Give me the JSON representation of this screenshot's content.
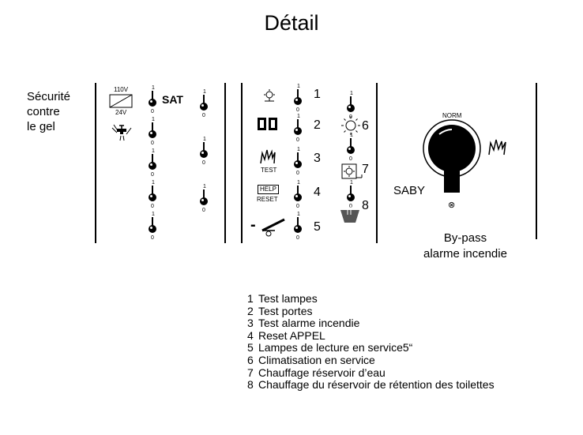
{
  "title": "Détail",
  "frost_protection": {
    "lines": [
      "Sécurité",
      "contre",
      "le gel"
    ]
  },
  "power_symbol": {
    "top": "110V",
    "bottom": "24V"
  },
  "sat_label": "SAT",
  "switch_marks": {
    "on": "1",
    "off": "0"
  },
  "panel_numbers": [
    "1",
    "2",
    "3",
    "4",
    "5",
    "6",
    "7",
    "8"
  ],
  "symbol_labels": {
    "test": "TEST",
    "help": "HELP",
    "reset": "RESET",
    "dash": "-"
  },
  "bypass": {
    "brand": "SABY",
    "norm": "NORM",
    "caption_lines": [
      "By-pass",
      "alarme incendie"
    ]
  },
  "legend": [
    {
      "num": "1",
      "text": "Test lampes"
    },
    {
      "num": "2",
      "text": "Test portes"
    },
    {
      "num": "3",
      "text": "Test alarme incendie"
    },
    {
      "num": "4",
      "text": "Reset APPEL"
    },
    {
      "num": "5",
      "text": "Lampes de lecture en service5“"
    },
    {
      "num": "6",
      "text": "Climatisation en service"
    },
    {
      "num": "7",
      "text": "Chauffage réservoir d’eau"
    },
    {
      "num": "8",
      "text": "Chauffage du réservoir de rétention des toilettes"
    }
  ]
}
